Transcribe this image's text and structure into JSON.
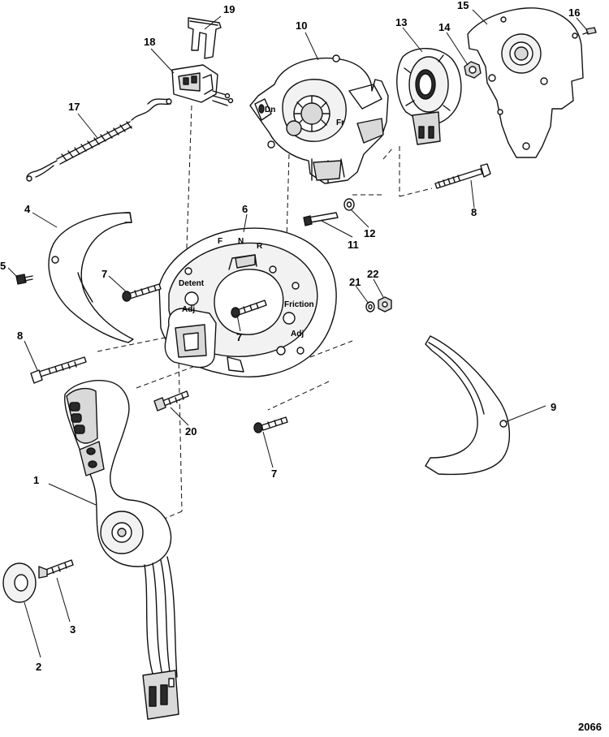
{
  "figure_number": "2066",
  "callouts": [
    "1",
    "2",
    "3",
    "4",
    "5",
    "6",
    "7",
    "7",
    "7",
    "8",
    "8",
    "9",
    "10",
    "11",
    "12",
    "13",
    "14",
    "15",
    "16",
    "17",
    "18",
    "19",
    "20",
    "21",
    "22"
  ],
  "part_markings": {
    "detent": "Detent",
    "adj_left": "Adj",
    "friction": "Friction",
    "adj_right": "Adj",
    "fwd": "F",
    "neutral": "N",
    "rev": "R",
    "dn": "Dn",
    "fr": "Fr"
  }
}
